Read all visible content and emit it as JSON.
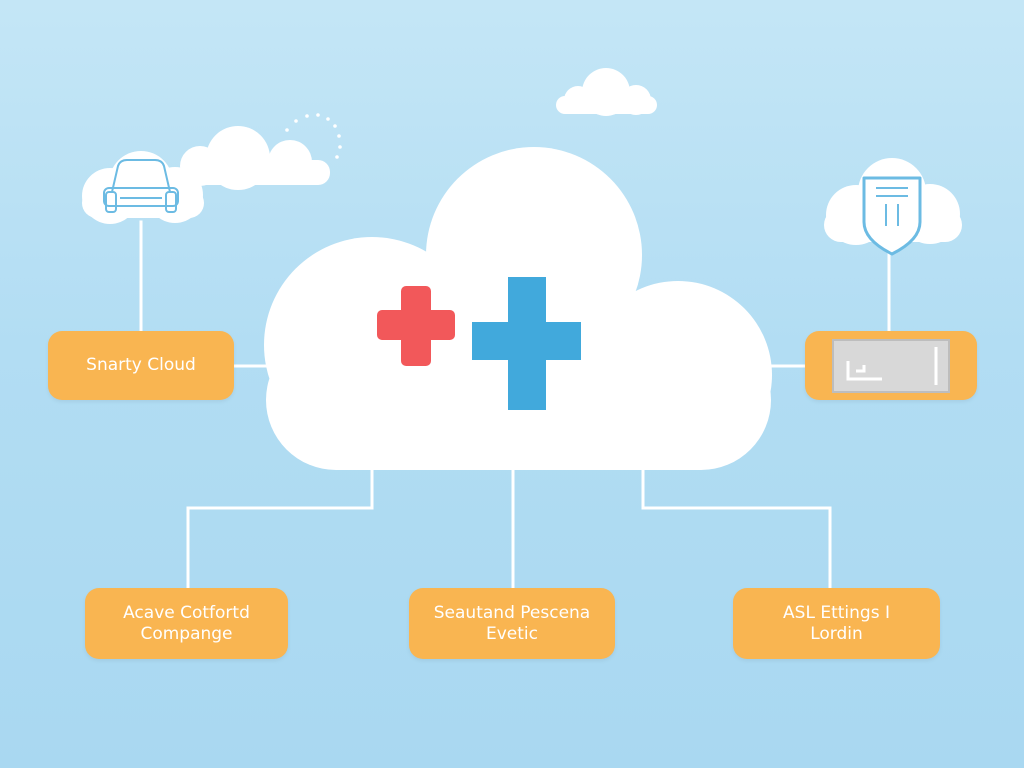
{
  "diagram": {
    "hub": {
      "icon": "medical-cross-icon",
      "colors": {
        "red_cross": "#f2585a",
        "blue_cross": "#41a9dc"
      }
    },
    "nodes": {
      "smarty_cloud": {
        "label": "Snarty Cloud"
      },
      "device": {
        "icon": "device-screen-icon"
      },
      "bottom_left": {
        "line1": "Acave Cotfortd",
        "line2": "Compange"
      },
      "bottom_center": {
        "line1": "Seautand Pescena",
        "line2": "Evetic"
      },
      "bottom_right": {
        "line1": "ASL Ettings I",
        "line2": "Lordin"
      }
    },
    "satellites": {
      "left": {
        "icon": "car-icon"
      },
      "right": {
        "icon": "shield-icon"
      }
    },
    "decorations": [
      "cloud-icon",
      "cloud-icon",
      "loading-spinner-icon"
    ],
    "colors": {
      "background": "#b2ddf3",
      "node_fill": "#f9b551",
      "node_text": "#ffffff",
      "line": "#ffffff",
      "icon_stroke": "#6cbbe3"
    }
  }
}
